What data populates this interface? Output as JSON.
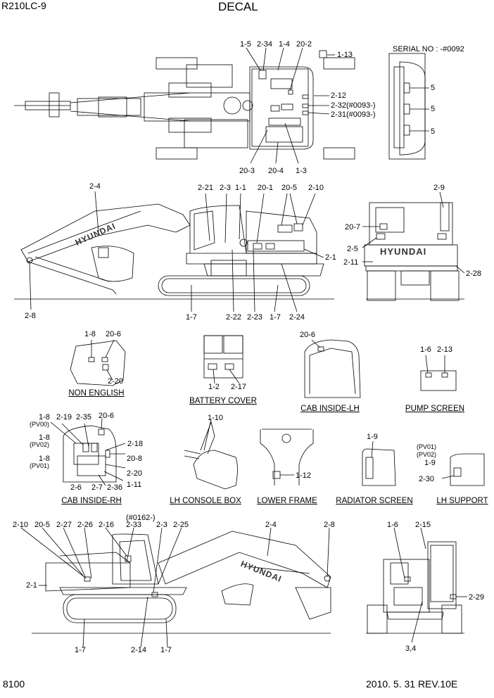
{
  "header": {
    "model": "R210LC-9",
    "title": "DECAL"
  },
  "footer": {
    "page_number": "8100",
    "date_rev": "2010. 5. 31  REV.10E"
  },
  "serial_note": "SERIAL NO : -#0092",
  "captions": {
    "non_english": "NON ENGLISH",
    "battery_cover": "BATTERY COVER",
    "cab_inside_lh": "CAB INSIDE-LH",
    "pump_screen": "PUMP SCREEN",
    "cab_inside_rh": "CAB INSIDE-RH",
    "lh_console_box": "LH CONSOLE BOX",
    "lower_frame": "LOWER FRAME",
    "radiator_screen": "RADIATOR SCREEN",
    "lh_support": "LH SUPPORT"
  },
  "callouts": {
    "top": [
      "1-5",
      "2-34",
      "1-4",
      "20-2",
      "1-13",
      "2-12",
      "2-32(#0093-)",
      "2-31(#0093-)",
      "20-3",
      "20-4",
      "1-3"
    ],
    "serial_view": [
      "5",
      "5",
      "5"
    ],
    "side_lh": [
      "2-4",
      "2-21",
      "2-3",
      "1-1",
      "20-1",
      "20-5",
      "2-10",
      "2-1",
      "2-8",
      "1-7",
      "2-22",
      "2-23",
      "1-7",
      "2-24"
    ],
    "rear": [
      "2-9",
      "20-7",
      "2-5",
      "2-11",
      "2-28"
    ],
    "non_english": [
      "1-8",
      "20-6",
      "2-20"
    ],
    "battery": [
      "1-2",
      "2-17"
    ],
    "cab_lh": [
      "20-6"
    ],
    "pump": [
      "1-6",
      "2-13"
    ],
    "cab_rh": [
      "1-8",
      "(PV00)",
      "2-19",
      "2-35",
      "20-6",
      "1-8",
      "(PV02)",
      "2-18",
      "20-8",
      "1-8",
      "(PV01)",
      "2-20",
      "1-11",
      "2-6",
      "2-7",
      "2-36"
    ],
    "console": [
      "1-10"
    ],
    "lower_frame": [
      "1-12"
    ],
    "radiator": [
      "1-9"
    ],
    "lh_support": [
      "(PV01)",
      "(PV02)",
      "1-9",
      "2-30"
    ],
    "side_rh": [
      "2-10",
      "20-5",
      "2-27",
      "2-26",
      "2-16",
      "(#0162-)",
      "2-33",
      "2-3",
      "2-25",
      "2-4",
      "2-8",
      "2-1",
      "1-7",
      "2-14",
      "1-7"
    ],
    "front": [
      "1-6",
      "2-15",
      "2-29",
      "3,4"
    ]
  },
  "brand": "HYUNDAI"
}
